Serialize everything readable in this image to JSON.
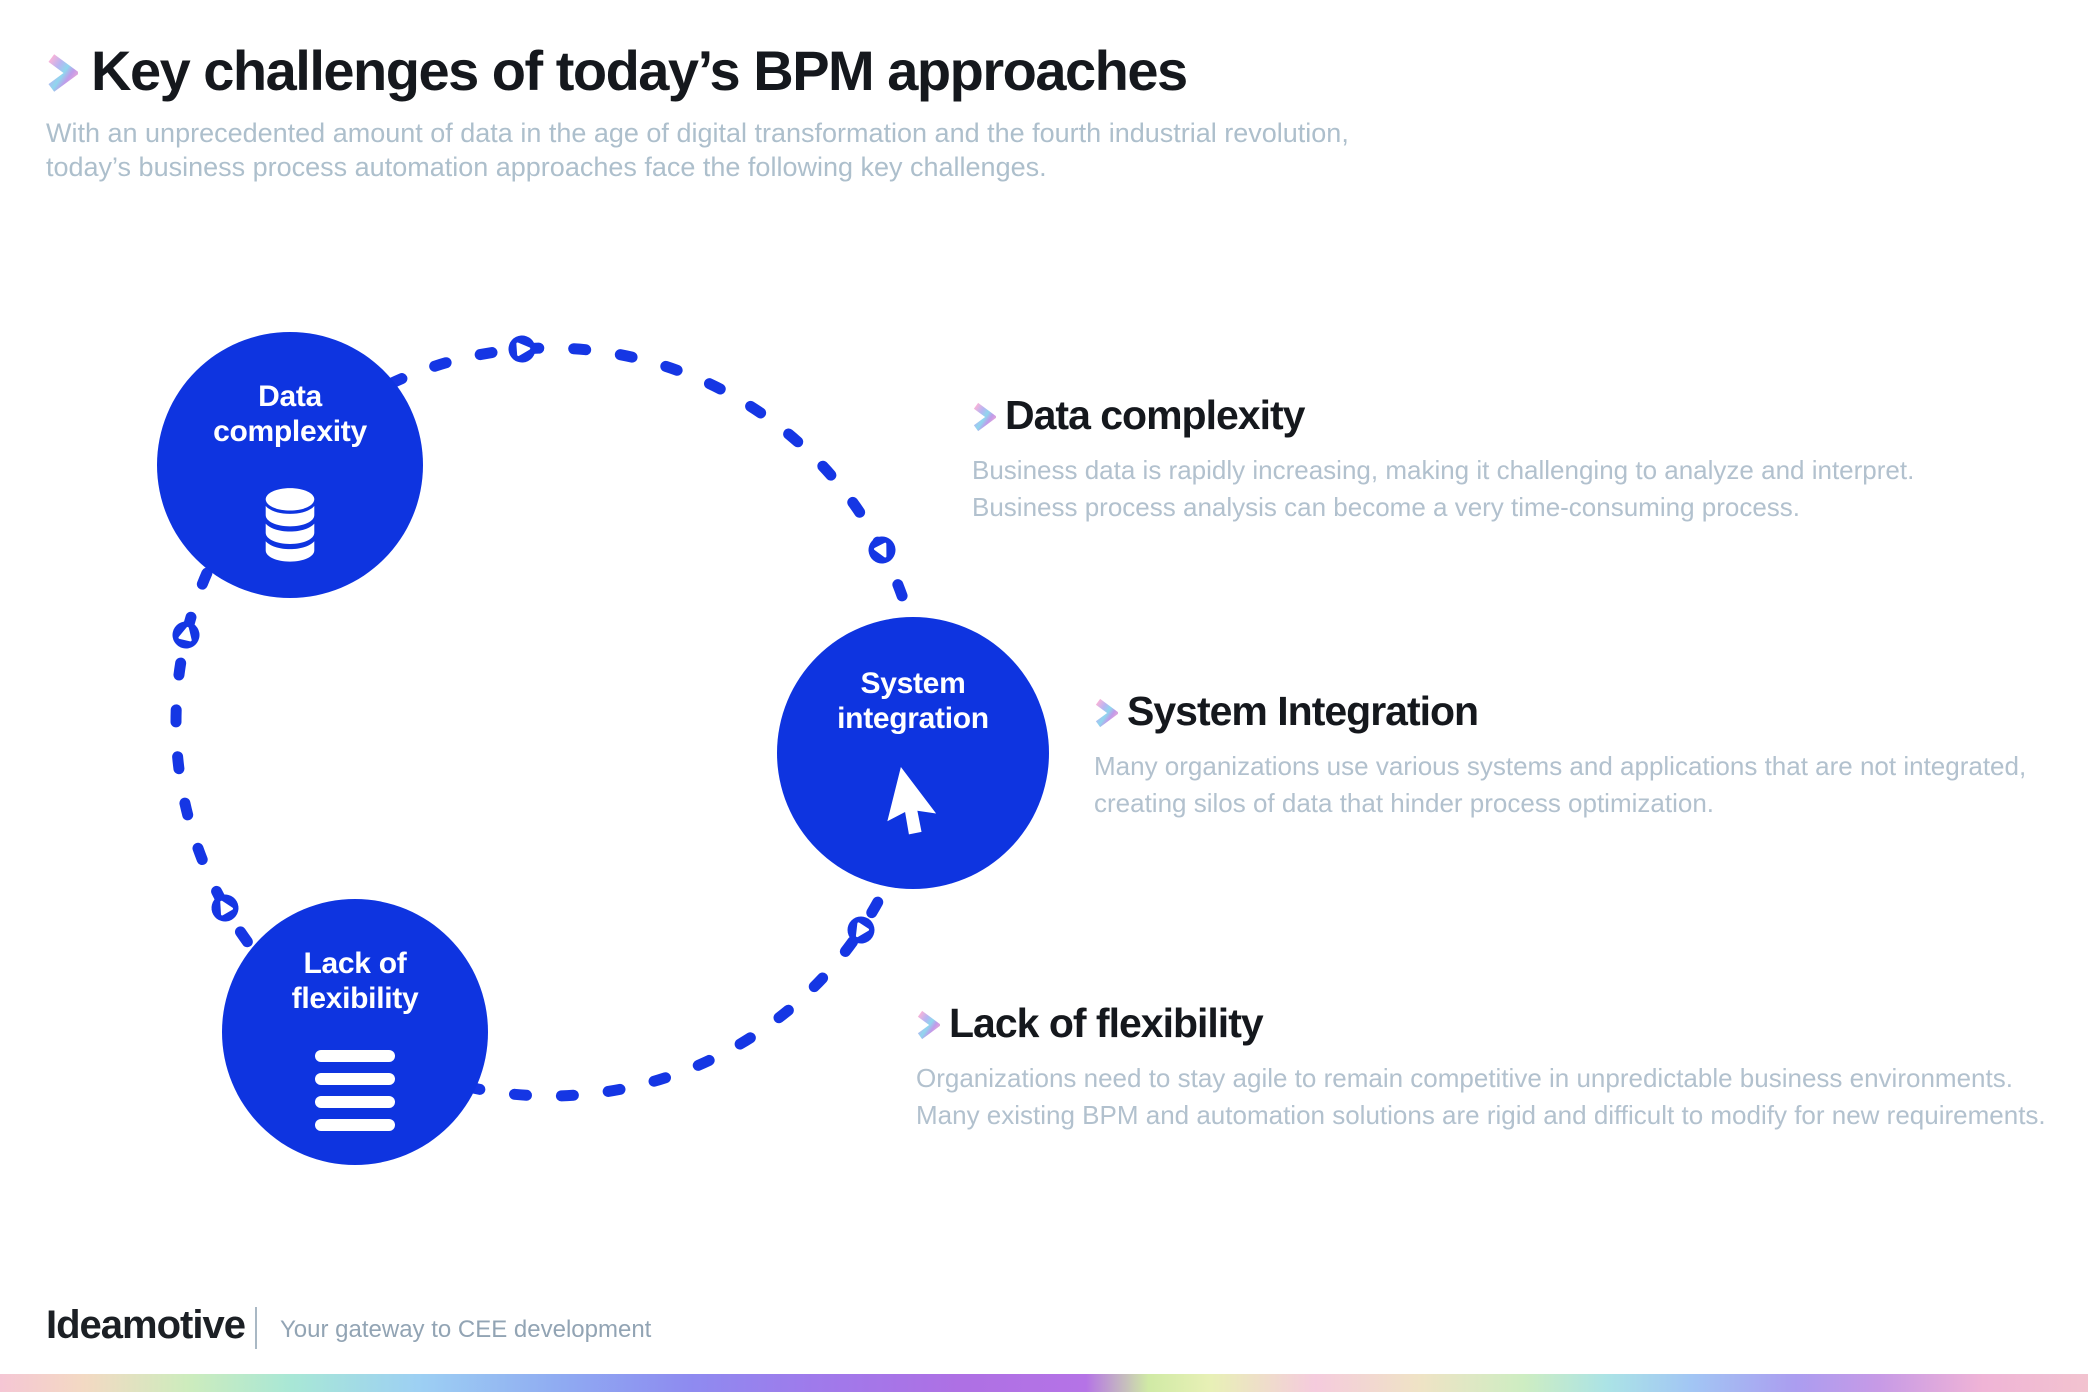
{
  "header": {
    "title": "Key challenges of today’s BPM approaches",
    "subtitle_line1": "With an unprecedented amount of data in the age of digital transformation and the fourth industrial revolution,",
    "subtitle_line2": "today’s business process automation approaches face the following key challenges."
  },
  "colors": {
    "node_blue": "#0e34e0",
    "dash_blue": "#1536e4",
    "heading_dark": "#15181d",
    "muted_text": "#b2c1ce",
    "holo_chevron": [
      "#f7b3d9",
      "#b9b5f2",
      "#8fd7ee",
      "#c09bea",
      "#f0a9d4"
    ]
  },
  "diagram": {
    "nodes": [
      {
        "line1": "Data",
        "line2": "complexity",
        "icon": "database-icon"
      },
      {
        "line1": "System",
        "line2": "integration",
        "icon": "cursor-icon"
      },
      {
        "line1": "Lack of",
        "line2": "flexibility",
        "icon": "menu-lines-icon"
      }
    ]
  },
  "sections": [
    {
      "title": "Data complexity",
      "desc_line1": "Business data is rapidly increasing, making it challenging to analyze and interpret.",
      "desc_line2": "Business process analysis can become a very time-consuming process."
    },
    {
      "title": "System Integration",
      "desc_line1": "Many organizations use various systems and applications that are not integrated,",
      "desc_line2": "creating silos of data that hinder process optimization."
    },
    {
      "title": "Lack of flexibility",
      "desc_line1": "Organizations need to stay agile to remain competitive in unpredictable business environments.",
      "desc_line2": "Many existing BPM and automation solutions are rigid and difficult to modify for new requirements."
    }
  ],
  "footer": {
    "brand": "Ideamotive",
    "tagline": "Your gateway to CEE development"
  }
}
